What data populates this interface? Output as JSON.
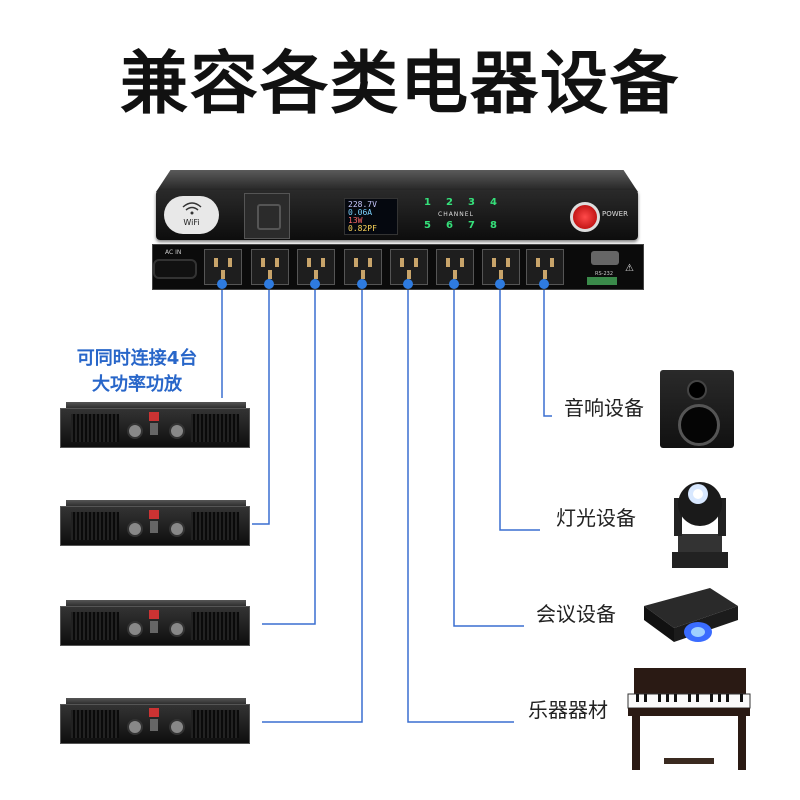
{
  "title": "兼容各类电器设备",
  "device": {
    "wifi_label": "WiFi",
    "lcd": [
      "228.7V",
      "0.06A",
      "13W",
      "0.82PF"
    ],
    "channels_top": [
      "1",
      "2",
      "3",
      "4"
    ],
    "channels_bottom": [
      "5",
      "6",
      "7",
      "8"
    ],
    "channel_label": "CHANNEL",
    "power_label": "POWER",
    "ac_in_label": "AC IN",
    "rs_label": "RS-232"
  },
  "amp_group_label": [
    "可同时连接4台",
    "大功率功放"
  ],
  "right_devices": [
    {
      "label": "音响设备",
      "icon": "speaker-icon"
    },
    {
      "label": "灯光设备",
      "icon": "moving-head-light-icon"
    },
    {
      "label": "会议设备",
      "icon": "projector-icon"
    },
    {
      "label": "乐器器材",
      "icon": "piano-icon"
    }
  ],
  "colors": {
    "connector": "#2e7be0",
    "label_blue": "#2866c9",
    "channel_led": "#35e07a"
  }
}
